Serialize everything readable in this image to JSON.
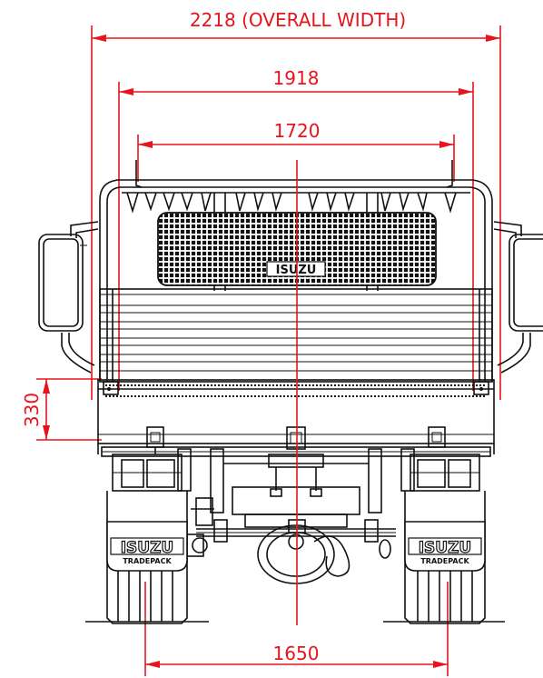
{
  "dimensions": {
    "overall_width": "2218 (OVERALL WIDTH)",
    "body_width": "1918",
    "inner_width": "1720",
    "deck_height": "330",
    "track_width": "1650"
  },
  "branding": {
    "grille_logo": "ISUZU",
    "flap_logo": "ISUZU",
    "flap_sub": "TRADEPACK"
  },
  "colors": {
    "dimension_red": "#e8141c",
    "line_black": "#111111"
  }
}
